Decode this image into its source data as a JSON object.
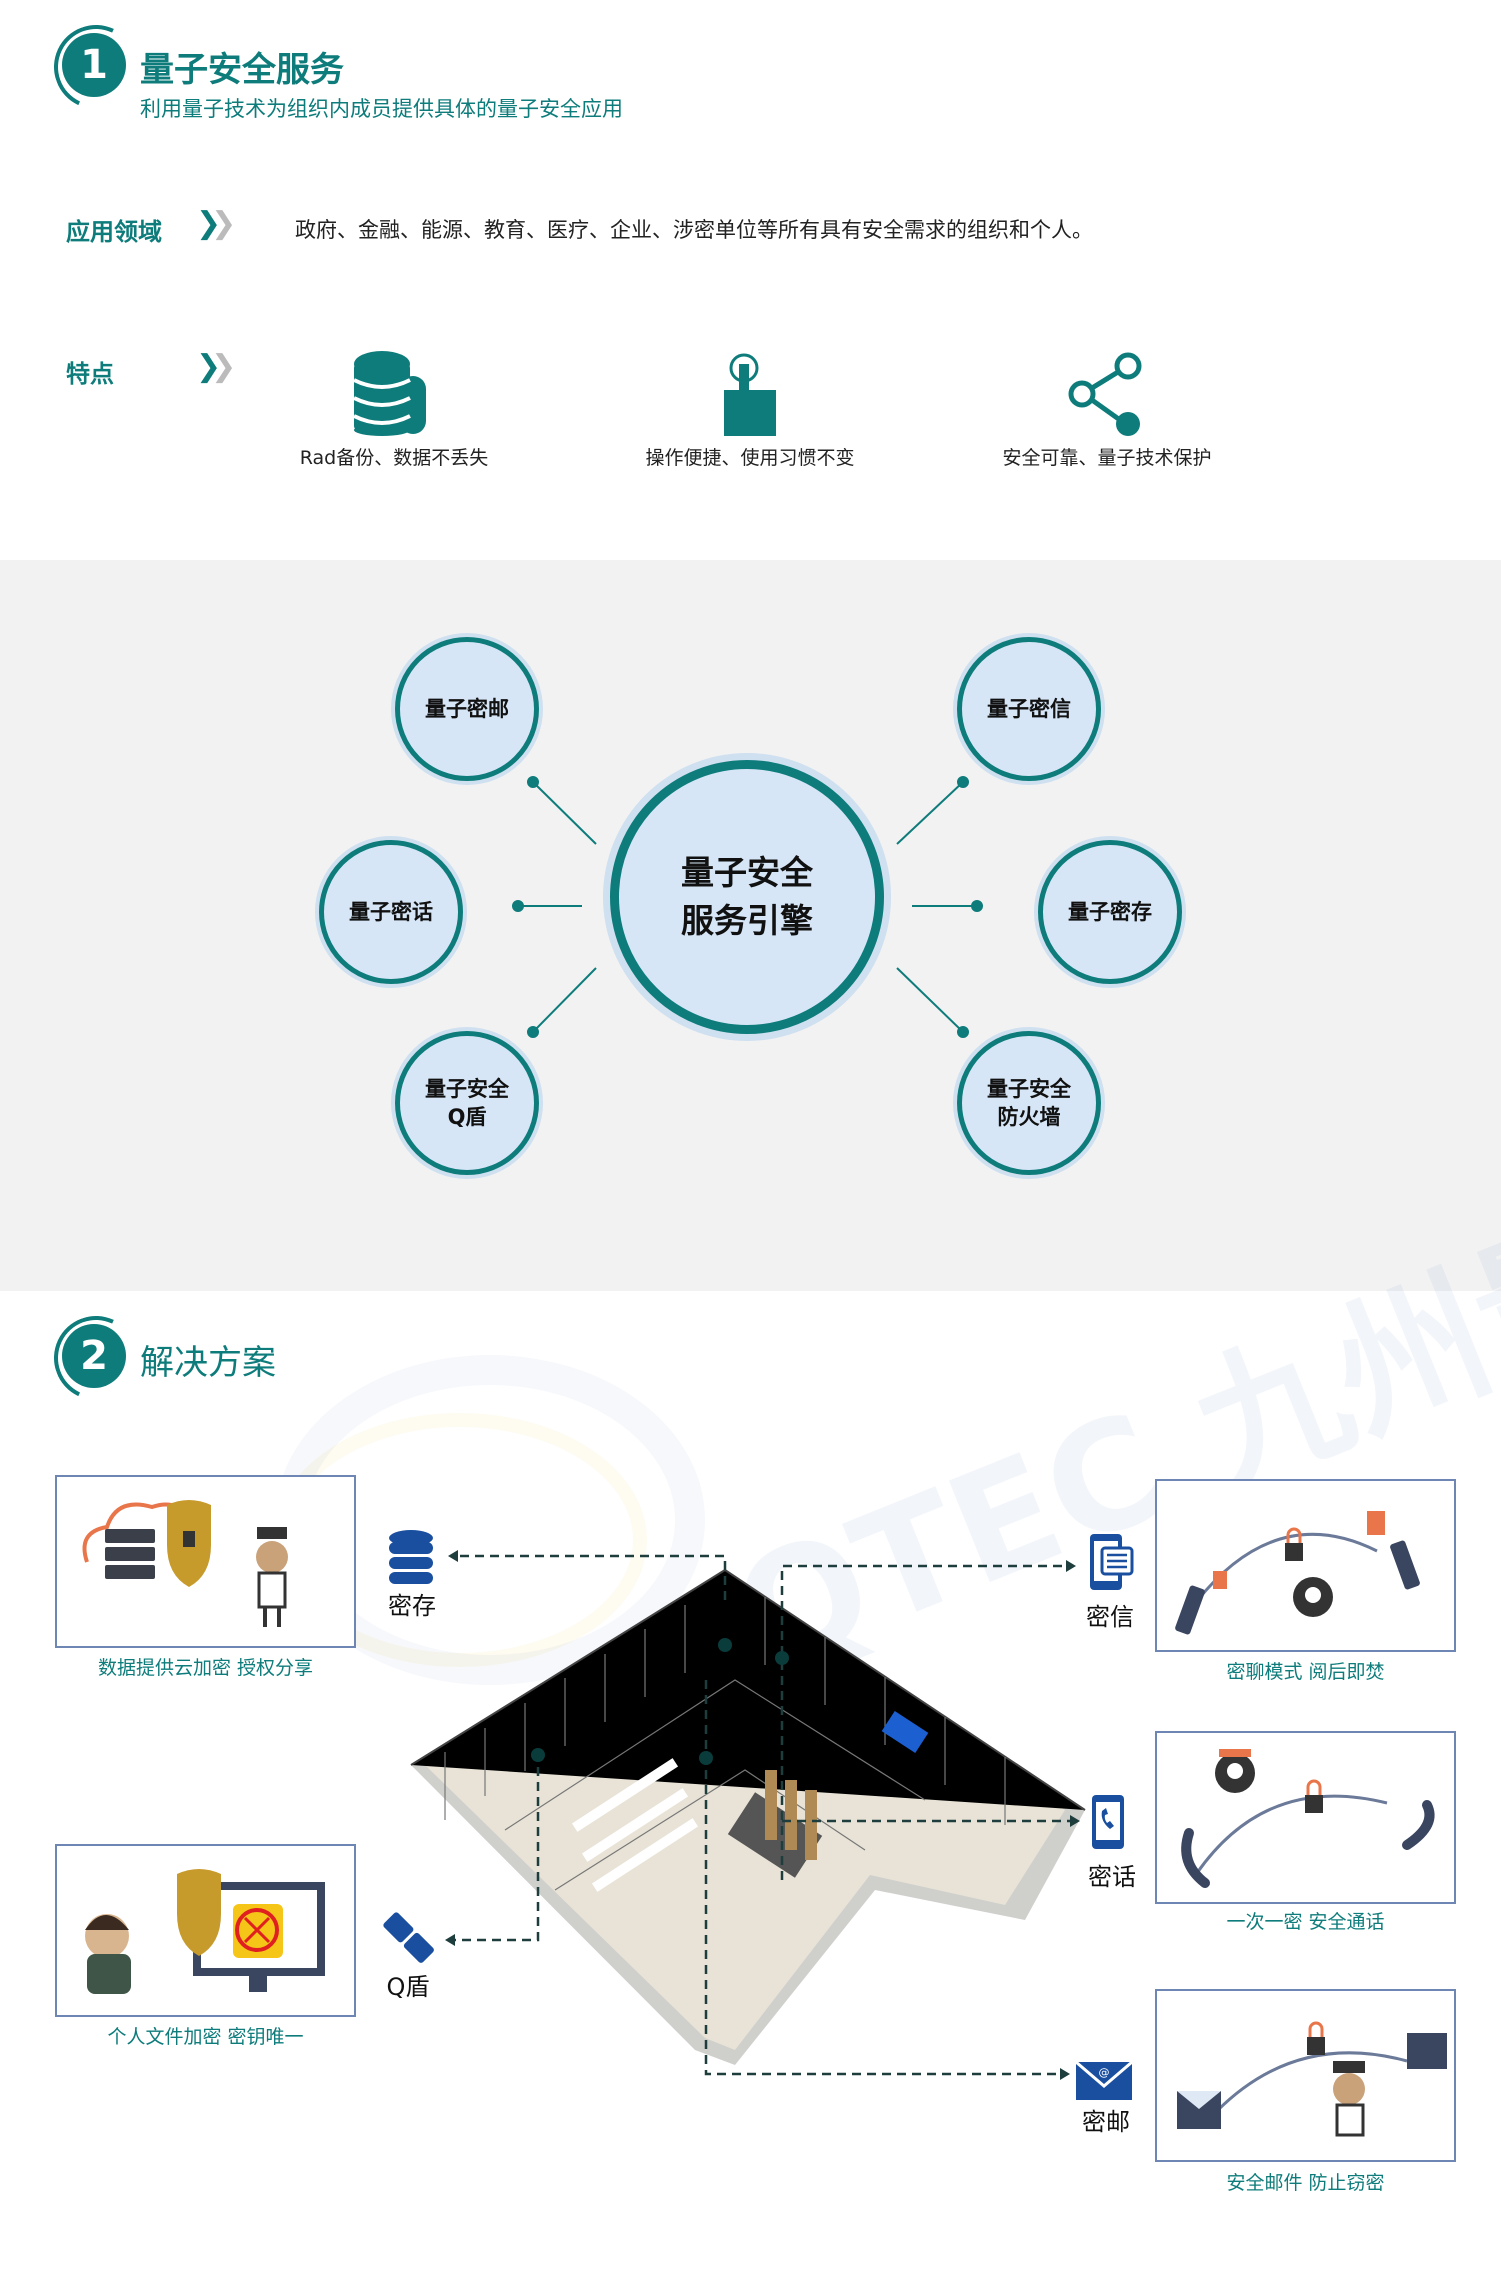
{
  "section1": {
    "number": "1",
    "title": "量子安全服务",
    "subtitle": "利用量子技术为组织内成员提供具体的量子安全应用",
    "application_label": "应用领域",
    "application_text": "政府、金融、能源、教育、医疗、企业、涉密单位等所有具有安全需求的组织和个人。",
    "features_label": "特点",
    "features": [
      {
        "icon": "database-icon",
        "label": "Rad备份、数据不丢失"
      },
      {
        "icon": "touch-icon",
        "label": "操作便捷、使用习惯不变"
      },
      {
        "icon": "share-icon",
        "label": "安全可靠、量子技术保护"
      }
    ]
  },
  "engine": {
    "center_line1": "量子安全",
    "center_line2": "服务引擎",
    "nodes": {
      "mail": "量子密邮",
      "message": "量子密信",
      "call": "量子密话",
      "storage": "量子密存",
      "qshield_l1": "量子安全",
      "qshield_l2": "Q盾",
      "firewall_l1": "量子安全",
      "firewall_l2": "防火墙"
    }
  },
  "section2": {
    "number": "2",
    "title": "解决方案",
    "cases": {
      "cloud": "数据提供云加密  授权分享",
      "file": "个人文件加密  密钥唯一",
      "chat": "密聊模式  阅后即焚",
      "call": "一次一密  安全通话",
      "mail": "安全邮件  防止窃密"
    },
    "products": {
      "storage": "密存",
      "qshield": "Q盾",
      "message": "密信",
      "call": "密话",
      "mail": "密邮"
    },
    "watermark": "QTEC 九州量子"
  },
  "colors": {
    "accent": "#0e7c7b",
    "node_fill": "#d6e6f7",
    "product_icon": "#1a4fa0"
  }
}
